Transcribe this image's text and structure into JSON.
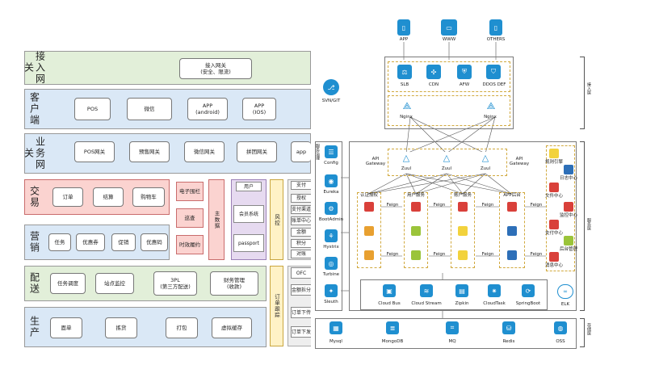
{
  "left": {
    "rows": [
      {
        "label": "接入网关",
        "boxes": [
          "接入网关\n(安全、限流)"
        ]
      },
      {
        "label": "客户端",
        "boxes": [
          "POS",
          "微信",
          "APP\n(android)",
          "APP\n(IOS)"
        ]
      },
      {
        "label": "业务网关",
        "boxes": [
          "POS网关",
          "预售网关",
          "微信网关",
          "拼团网关",
          "app"
        ]
      },
      {
        "label": "交易",
        "boxes": [
          "订单",
          "结算",
          "购物车"
        ]
      },
      {
        "label": "营销",
        "boxes": [
          "任务",
          "优惠券",
          "促销",
          "优惠码"
        ]
      },
      {
        "label": "配送",
        "boxes": [
          "任务调度",
          "站点监控",
          "3PL\n(第三方配送)",
          "财务管理\n(收款)"
        ]
      },
      {
        "label": "生产",
        "boxes": [
          "面单",
          "拣货",
          "打包",
          "虚拟缓存"
        ]
      }
    ],
    "pink_boxes": [
      "电子围栏",
      "巡查",
      "时效履约"
    ],
    "pink_vertical": "主数据",
    "user_group": {
      "title": "用户",
      "items": [
        "会员系统",
        "passport"
      ]
    },
    "risk": "风控",
    "order_track": "订单跟踪",
    "right_list_top": [
      "支付",
      "授权",
      "支付渠道",
      "账单中心",
      "金额",
      "积分",
      "对账"
    ],
    "right_list_bottom": [
      "OFC",
      "金额拆分",
      "订单下传",
      "订单下发"
    ]
  },
  "right": {
    "clients": [
      "APP",
      "WWW",
      "OTHERS"
    ],
    "access_services": [
      "SLB",
      "CDN",
      "AFW",
      "DDOS DEF"
    ],
    "nginx": [
      "Nginx",
      "Nginx"
    ],
    "access_layer_label": "接入层",
    "service_layer_label": "服务层",
    "storage_layer_label": "存储层",
    "svn_label": "SVN/GIT",
    "governance_label": "服务治理",
    "governance": [
      "Config",
      "Eureka",
      "BootAdmin",
      "Hystrix",
      "Turbine",
      "Sleuth"
    ],
    "api_gateway": "API\nGateway",
    "zuul": [
      "Zuul",
      "Zuul",
      "Zuul"
    ],
    "service_columns": [
      "认证授权",
      "用户服务",
      "账户服务",
      "APP后台"
    ],
    "feign": "Feign",
    "side_services": [
      "规则引擎",
      "日志中心",
      "文件中心",
      "监控中心",
      "支付中心",
      "后台管理",
      "消息中心"
    ],
    "infra": [
      "Cloud Bus",
      "Cloud Stream",
      "Zipkin",
      "CloudTask",
      "SpringBoot"
    ],
    "elk": "ELK",
    "storage": [
      "Mysql",
      "MongoDB",
      "MQ",
      "Redis",
      "OSS"
    ]
  }
}
